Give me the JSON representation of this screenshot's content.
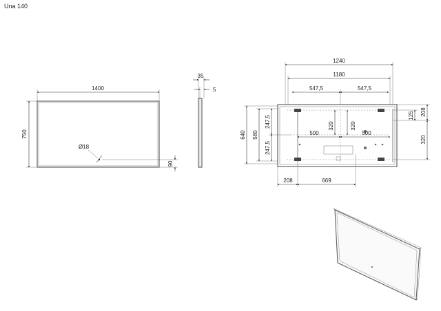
{
  "title": "Una 140",
  "front_view": {
    "width_label": "1400",
    "height_label": "750",
    "button_label": "Ø18",
    "bottom_offset_label": "90"
  },
  "side_view": {
    "depth_label": "35",
    "inner_label": "5"
  },
  "back_view": {
    "outer_width_label": "1240",
    "inner_width_label": "1180",
    "half_left_label": "547,5",
    "half_right_label": "547,5",
    "height_outer_label": "640",
    "height_inner_label": "580",
    "upper_half_label": "247,5",
    "lower_half_label": "247,5",
    "mid_left_label": "500",
    "mid_right_label": "500",
    "v_left_label": "320",
    "v_right_label": "320",
    "top_right_small_label": "125",
    "top_right_label": "208",
    "right_lower_label": "320",
    "bottom_left_label": "208",
    "bottom_mid_label": "669"
  }
}
